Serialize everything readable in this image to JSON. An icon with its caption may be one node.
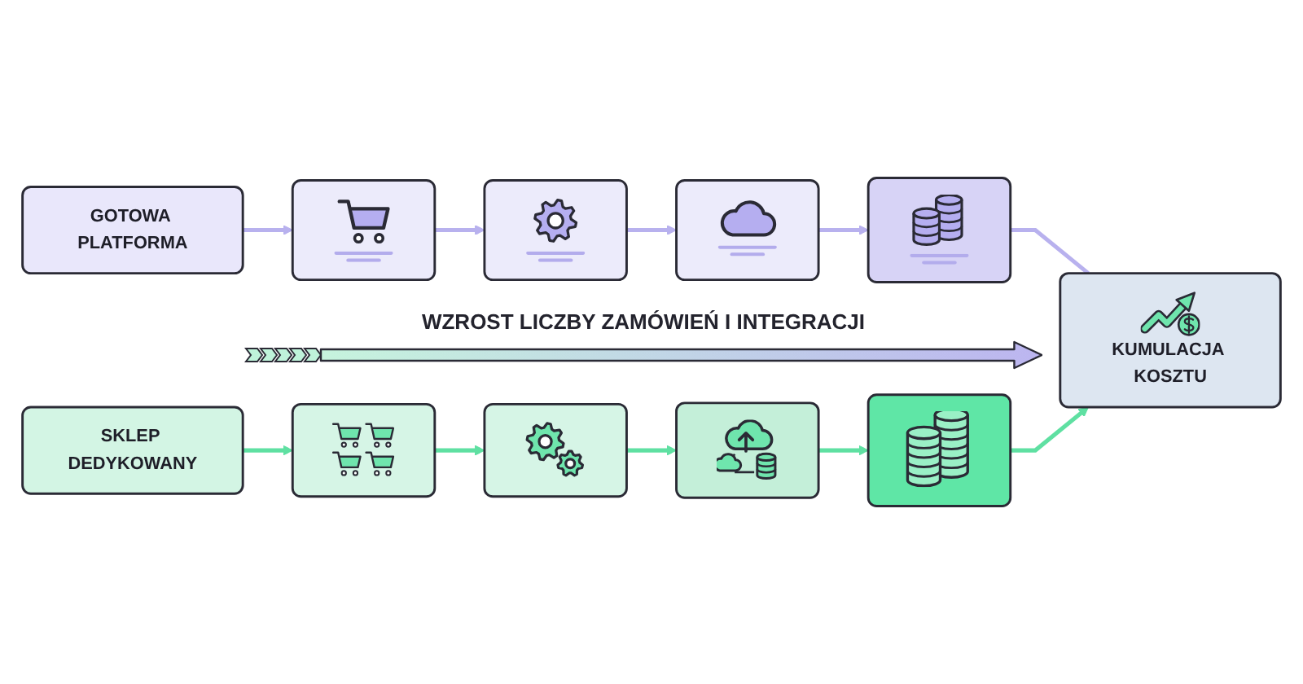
{
  "diagram": {
    "nodes": [
      {
        "text": [
          "GOTOWA PLATFORMA"
        ]
      },
      {
        "text": [],
        "shape": "picture"
      },
      {
        "text": [],
        "shape": "picture"
      },
      {
        "text": [],
        "shape": "picture"
      },
      {
        "text": [],
        "shape": "picture"
      },
      {
        "text": [
          "KUMULACJA KOSZTU"
        ]
      },
      {
        "text": [
          "SKLEP DEDYKOWANY"
        ]
      },
      {
        "text": [],
        "shape": "picture"
      },
      {
        "text": [],
        "shape": "picture"
      },
      {
        "text": [],
        "shape": "picture"
      },
      {
        "text": [],
        "shape": "picture"
      }
    ],
    "edges": [
      {
        "from": 0,
        "to": 1,
        "arrow": "to",
        "color": "#b8b1ee"
      },
      {
        "from": 1,
        "to": 2,
        "arrow": "to",
        "color": "#b8b1ee"
      },
      {
        "from": 2,
        "to": 3,
        "arrow": "to",
        "color": "#b8b1ee"
      },
      {
        "from": 3,
        "to": 4,
        "arrow": "to",
        "color": "#b8b1ee"
      },
      {
        "from": 4,
        "to": 5,
        "arrow": "none",
        "color": "#b8b1ee"
      },
      {
        "from": 6,
        "to": 7,
        "arrow": "to",
        "color": "#5fe0a2"
      },
      {
        "from": 7,
        "to": 8,
        "arrow": "to",
        "color": "#5fe0a2"
      },
      {
        "from": 8,
        "to": 9,
        "arrow": "to",
        "color": "#5fe0a2"
      },
      {
        "from": 9,
        "to": 10,
        "arrow": "to",
        "color": "#5fe0a2"
      },
      {
        "from": 10,
        "to": 5,
        "arrow": "to",
        "color": "#5fe0a2"
      }
    ],
    "labels": [
      "WZROST LICZBY ZAMÓWIEŃ I INTEGRACJI"
    ]
  }
}
